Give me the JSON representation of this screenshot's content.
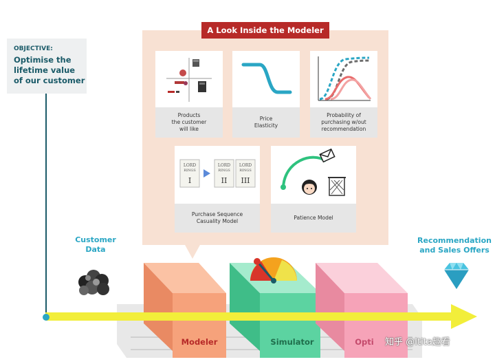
{
  "objective": {
    "label": "OBJECTIVE:",
    "line1": "Optimise the",
    "line2": "lifetime value",
    "line3": "of our customer"
  },
  "modeler_panel": {
    "title": "A Look Inside the Modeler",
    "cards": {
      "products": {
        "line1": "Products",
        "line2": "the customer",
        "line3": "will like"
      },
      "price": {
        "line1": "Price",
        "line2": "Elasticity"
      },
      "probability": {
        "line1": "Probability of",
        "line2": "purchasing w/out",
        "line3": "recommendation"
      },
      "sequence": {
        "line1": "Purchase Sequence",
        "line2": "Casuality Model"
      },
      "patience": {
        "line1": "Patience Model"
      }
    },
    "books": {
      "top": "LORD",
      "mid": "RINGS",
      "volumes": [
        "I",
        "II",
        "III"
      ]
    }
  },
  "flow": {
    "input_label_line1": "Customer",
    "input_label_line2": "Data",
    "output_label_line1": "Recommendation",
    "output_label_line2": "and Sales Offers",
    "stages": [
      "Modeler",
      "Simulator",
      "Opti"
    ]
  },
  "watermark": "知乎 @Itita趣看",
  "colors": {
    "modeler": "#f6a27b",
    "simulator": "#5cd3a1",
    "optimizer": "#f6a3b8",
    "arrow": "#f2ee3a",
    "accent_red": "#b72a28",
    "teal_text": "#2aa6c4"
  }
}
